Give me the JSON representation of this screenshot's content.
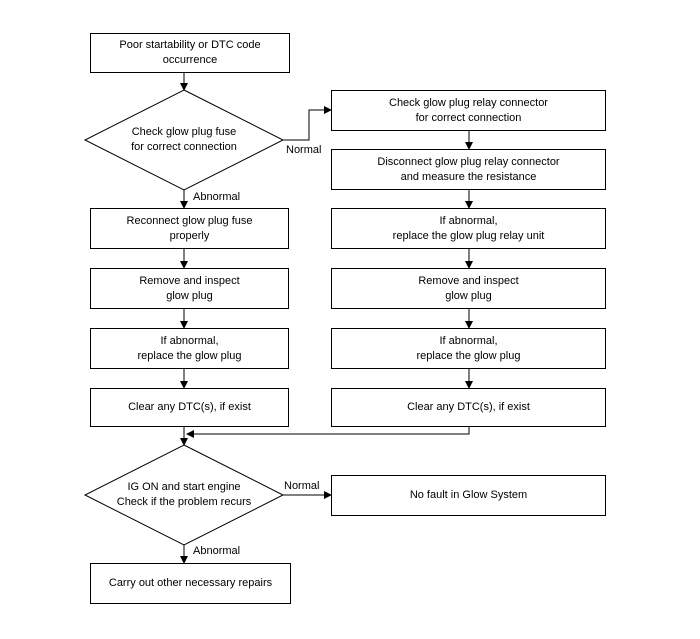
{
  "start": "Poor startability or DTC code occurrence",
  "decision_fuse": "Check glow plug fuse\nfor correct connection",
  "label_normal_1": "Normal",
  "label_abnormal_1": "Abnormal",
  "left_steps": [
    "Reconnect glow plug fuse\nproperly",
    "Remove and inspect\nglow plug",
    "If abnormal,\nreplace the glow plug",
    "Clear any DTC(s), if exist"
  ],
  "right_steps": [
    "Check glow plug relay connector\nfor correct connection",
    "Disconnect glow plug relay connector\nand measure the resistance",
    "If abnormal,\nreplace the glow plug relay unit",
    "Remove and inspect\nglow plug",
    "If abnormal,\nreplace the glow plug",
    "Clear any DTC(s), if exist"
  ],
  "decision_recur": "IG ON and start engine\nCheck if the problem recurs",
  "label_normal_2": "Normal",
  "label_abnormal_2": "Abnormal",
  "no_fault": "No fault in Glow System",
  "final_step": "Carry out other necessary repairs"
}
